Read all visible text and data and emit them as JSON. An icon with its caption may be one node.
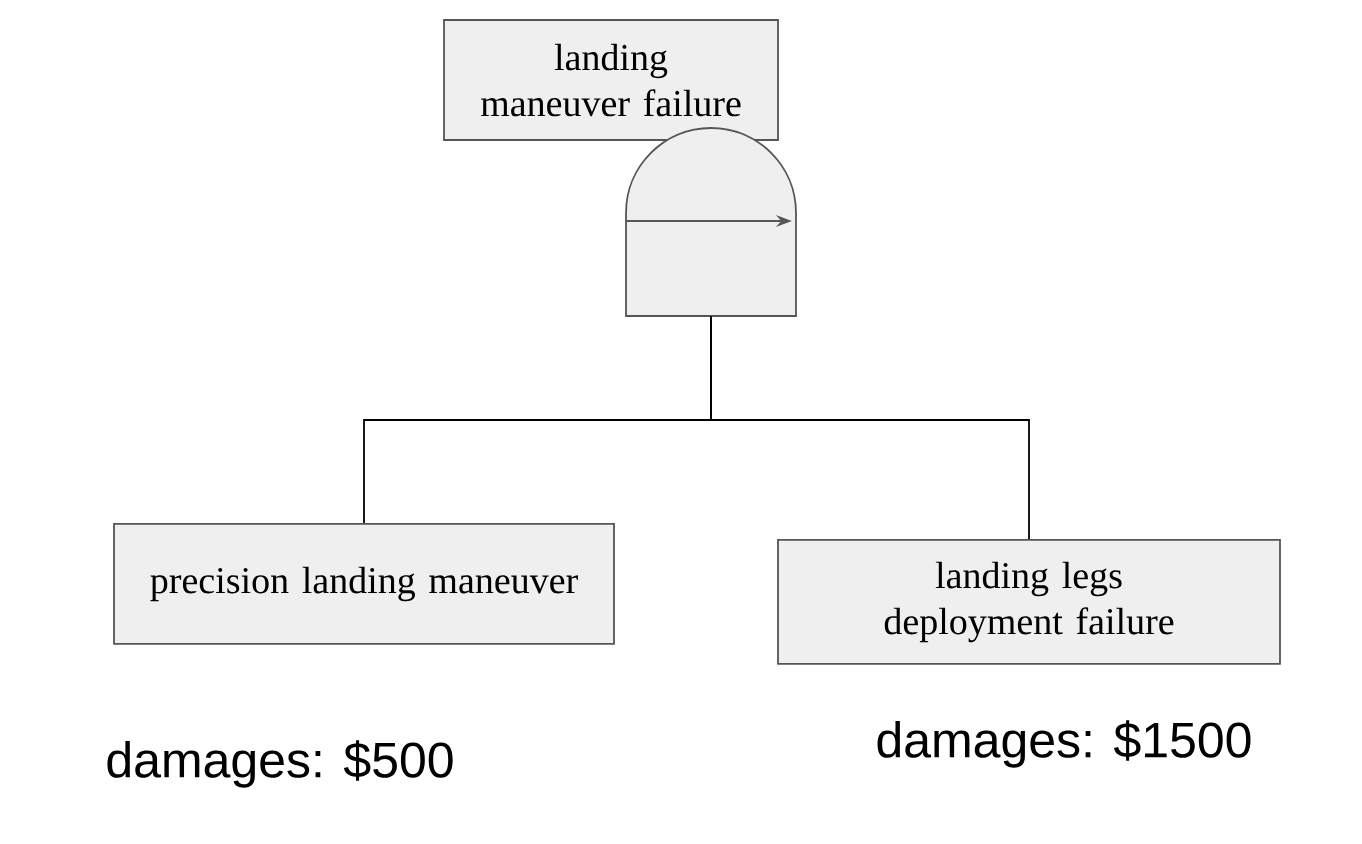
{
  "diagram": {
    "nodes": [
      {
        "text": [
          "landing maneuver failure"
        ]
      },
      {
        "text": [],
        "shape": "gate"
      },
      {
        "text": [
          "precision landing maneuver"
        ],
        "beside": [
          "damages: $500"
        ]
      },
      {
        "text": [
          "landing legs deployment failure"
        ],
        "beside": [
          "damages: $1500"
        ]
      }
    ],
    "edges": [
      {
        "from": 1,
        "to": 2,
        "arrow": "none"
      },
      {
        "from": 1,
        "to": 3,
        "arrow": "none"
      }
    ]
  }
}
